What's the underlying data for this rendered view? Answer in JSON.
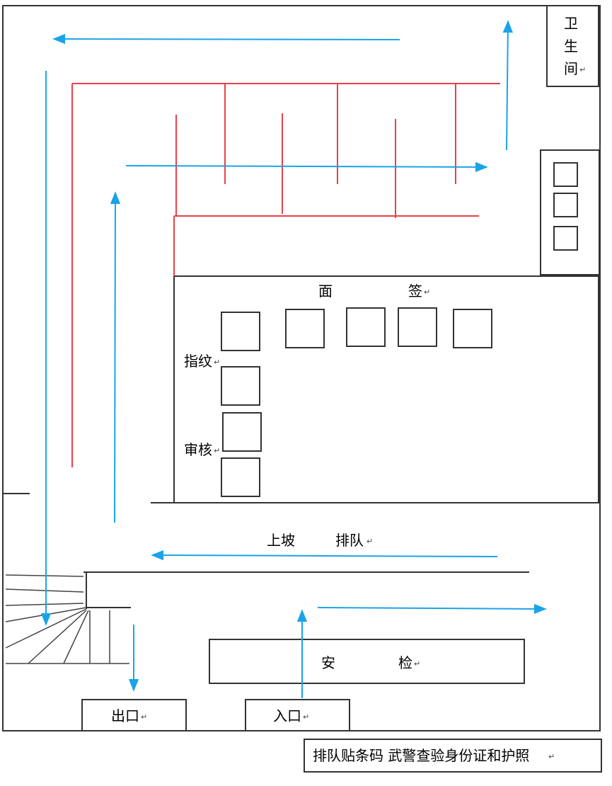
{
  "labels": {
    "toilet": [
      "卫",
      "生",
      "间"
    ],
    "interview": [
      "面",
      "签"
    ],
    "fingerprint": "指纹",
    "review": "审核",
    "ramp": "上坡",
    "queue": "排队",
    "security": [
      "安",
      "检"
    ],
    "exit": "出口",
    "entrance": "入口",
    "note": "排队贴条码  武警查验身份证和护照"
  },
  "colors": {
    "wall": "#333333",
    "rail": "#e8414b",
    "flow": "#1aa3e8"
  }
}
